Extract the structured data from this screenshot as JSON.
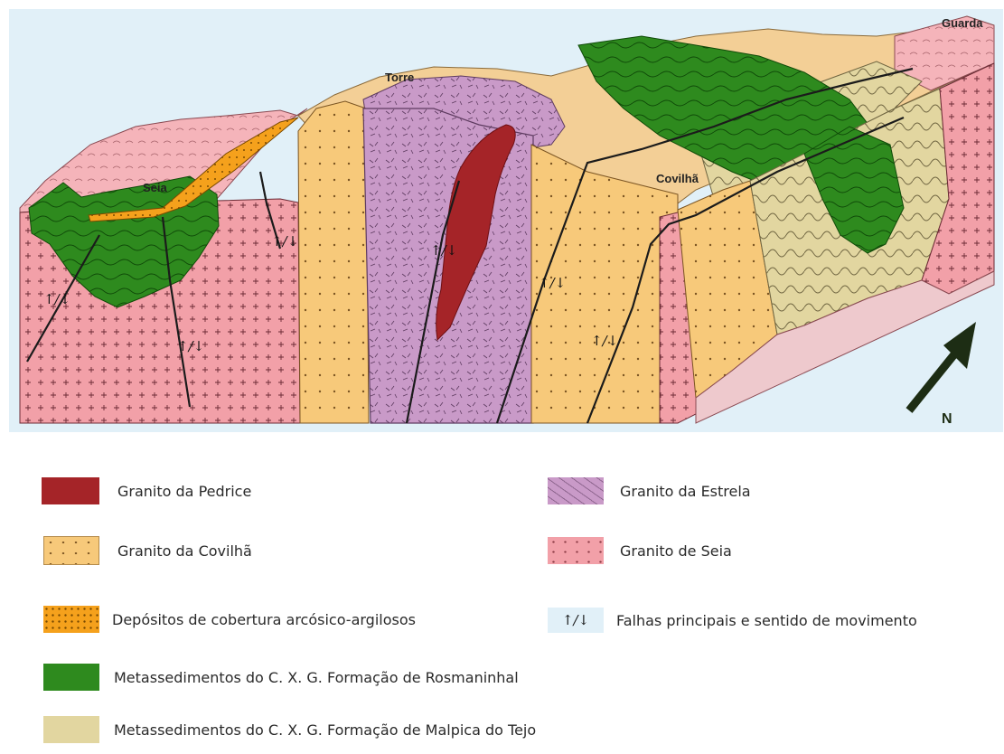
{
  "block": {
    "labels": {
      "guarda": "Guarda",
      "torre": "Torre",
      "seia": "Seia",
      "covilha": "Covilhã",
      "north": "N"
    },
    "fault_mark": "↑/↓"
  },
  "legend": {
    "pedrice": "Granito da Pedrice",
    "estrela": "Granito da Estrela",
    "covilha": "Granito da Covilhã",
    "seia": "Granito de Seia",
    "depositos": "Depósitos de cobertura arcósico-argilosos",
    "falhas": "Falhas principais e sentido de movimento",
    "rosmaninhal": "Metassedimentos do C. X. G. Formação de Rosmaninhal",
    "malpica": "Metassedimentos do C. X. G. Formação de Malpica do Tejo"
  },
  "colors": {
    "seia_pink": "#f2a0a8",
    "covilha_yellow": "#f7c97a",
    "estrela_purple": "#c99ac8",
    "pedrice_red": "#a52428",
    "rosmaninhal_green": "#2e8a1e",
    "malpica_beige": "#e2d6a0",
    "depositos_orange": "#f5a11c",
    "background_sky": "#e1f0f8"
  }
}
